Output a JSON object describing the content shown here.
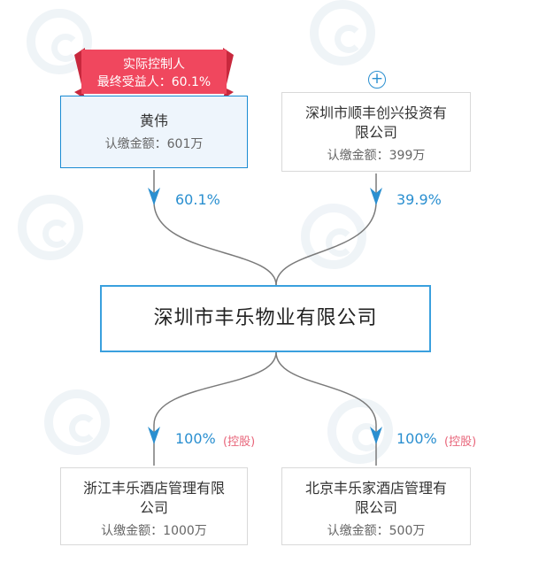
{
  "badge": {
    "line1": "实际控制人",
    "line2": "最终受益人：60.1%"
  },
  "shareholders": [
    {
      "name": "黄伟",
      "sub": "认缴金额：601万",
      "percent": "60.1%"
    },
    {
      "name_line1": "深圳市顺丰创兴投资有",
      "name_line2": "限公司",
      "sub": "认缴金额：399万",
      "percent": "39.9%",
      "expand": "+"
    }
  ],
  "center": {
    "name": "深圳市丰乐物业有限公司"
  },
  "subsidiaries": [
    {
      "name_line1": "浙江丰乐酒店管理有限",
      "name_line2": "公司",
      "sub": "认缴金额：1000万",
      "percent": "100%",
      "tag": "(控股)"
    },
    {
      "name_line1": "北京丰乐家酒店管理有",
      "name_line2": "限公司",
      "sub": "认缴金额：500万",
      "percent": "100%",
      "tag": "(控股)"
    }
  ],
  "colors": {
    "accent": "#2a8fd0",
    "badge": "#f0475e",
    "control_tag": "#e8657a",
    "center_border": "#3aa0de"
  }
}
